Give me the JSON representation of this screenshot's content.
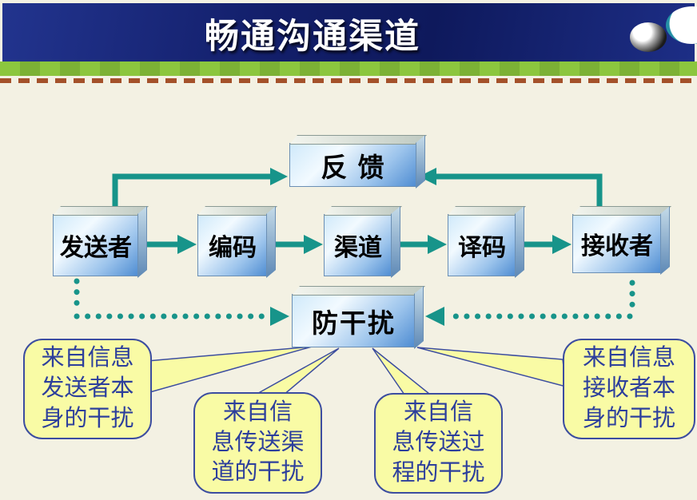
{
  "slide": {
    "title": "畅通沟通渠道"
  },
  "diagram": {
    "feedback_label": "反 馈",
    "anti_label": "防干扰",
    "flow": [
      {
        "label": "发送者"
      },
      {
        "label": "编码"
      },
      {
        "label": "渠道"
      },
      {
        "label": "译码"
      },
      {
        "label": "接收者"
      }
    ],
    "callouts": [
      {
        "lines": [
          "来自信息",
          "发送者本",
          "身的干扰"
        ]
      },
      {
        "lines": [
          "来自信",
          "息传送渠",
          "道的干扰"
        ]
      },
      {
        "lines": [
          "来自信",
          "息传送过",
          "程的干扰"
        ]
      },
      {
        "lines": [
          "来自信息",
          "接收者本",
          "身的干扰"
        ]
      }
    ]
  },
  "colors": {
    "header_navy": "#121f68",
    "strip_green": "#8cc63e",
    "dash_red": "#a4512a",
    "arrow_teal": "#17948a",
    "box_blue": "#4e8cd2",
    "callout_yellow": "#f9fba5",
    "callout_border": "#3c4da0",
    "callout_text": "#2d3f9c",
    "background_cream": "#f3f1e3"
  }
}
